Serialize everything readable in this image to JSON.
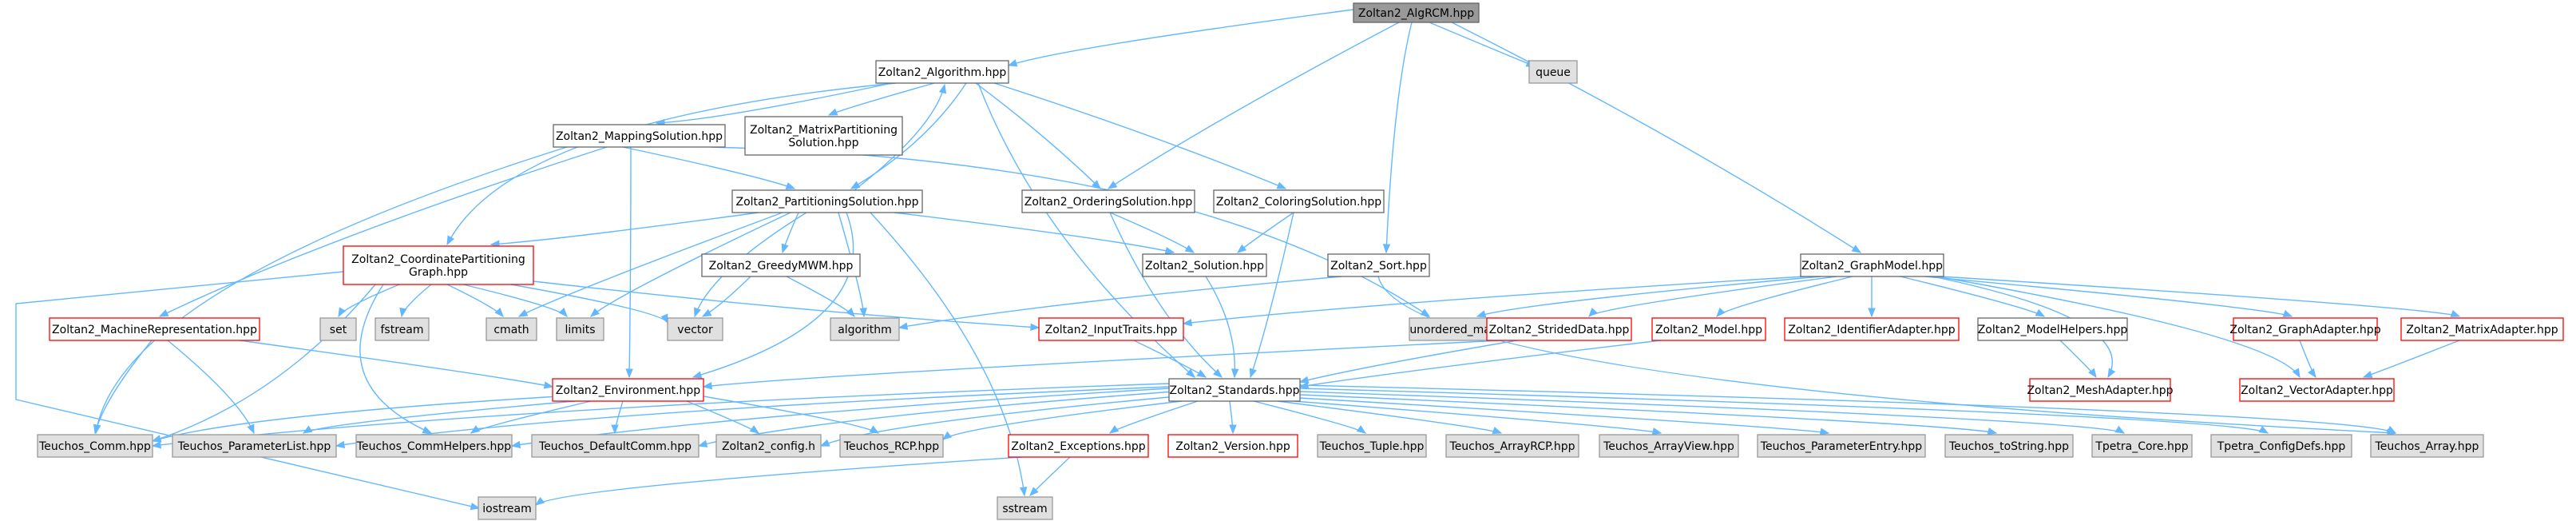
{
  "title": "Zoltan2_AlgRCM.hpp",
  "colors": {
    "root_fill": "#999999",
    "normal_fill": "#ffffff",
    "normal_border": "#666666",
    "red_border": "#ff0000",
    "system_fill": "#e0e0e0",
    "system_border": "#999999",
    "edge": "#63b8ff",
    "text": "#000000"
  },
  "nodes": {
    "root": {
      "lines": [
        "Zoltan2_AlgRCM.hpp"
      ],
      "kind": "root"
    },
    "algorithm": {
      "lines": [
        "Zoltan2_Algorithm.hpp"
      ],
      "kind": "normal"
    },
    "queue": {
      "lines": [
        "queue"
      ],
      "kind": "system"
    },
    "mappingsol": {
      "lines": [
        "Zoltan2_MappingSolution.hpp"
      ],
      "kind": "normal"
    },
    "matrixpart": {
      "lines": [
        "Zoltan2_MatrixPartitioning",
        "Solution.hpp"
      ],
      "kind": "normal"
    },
    "partsol": {
      "lines": [
        "Zoltan2_PartitioningSolution.hpp"
      ],
      "kind": "normal"
    },
    "orderingsol": {
      "lines": [
        "Zoltan2_OrderingSolution.hpp"
      ],
      "kind": "normal"
    },
    "coloringsol": {
      "lines": [
        "Zoltan2_ColoringSolution.hpp"
      ],
      "kind": "normal"
    },
    "sort": {
      "lines": [
        "Zoltan2_Sort.hpp"
      ],
      "kind": "normal"
    },
    "graphmodel": {
      "lines": [
        "Zoltan2_GraphModel.hpp"
      ],
      "kind": "normal"
    },
    "coordpart": {
      "lines": [
        "Zoltan2_CoordinatePartitioning",
        "Graph.hpp"
      ],
      "kind": "red"
    },
    "greedymwm": {
      "lines": [
        "Zoltan2_GreedyMWM.hpp"
      ],
      "kind": "normal"
    },
    "solution": {
      "lines": [
        "Zoltan2_Solution.hpp"
      ],
      "kind": "normal"
    },
    "machinerep": {
      "lines": [
        "Zoltan2_MachineRepresentation.hpp"
      ],
      "kind": "red"
    },
    "set": {
      "lines": [
        "set"
      ],
      "kind": "system"
    },
    "fstream": {
      "lines": [
        "fstream"
      ],
      "kind": "system"
    },
    "cmath": {
      "lines": [
        "cmath"
      ],
      "kind": "system"
    },
    "limits": {
      "lines": [
        "limits"
      ],
      "kind": "system"
    },
    "vector": {
      "lines": [
        "vector"
      ],
      "kind": "system"
    },
    "algorithmstd": {
      "lines": [
        "algorithm"
      ],
      "kind": "system"
    },
    "inputtraits": {
      "lines": [
        "Zoltan2_InputTraits.hpp"
      ],
      "kind": "red"
    },
    "unorderedmap": {
      "lines": [
        "unordered_map"
      ],
      "kind": "system"
    },
    "strideddata": {
      "lines": [
        "Zoltan2_StridedData.hpp"
      ],
      "kind": "red"
    },
    "model": {
      "lines": [
        "Zoltan2_Model.hpp"
      ],
      "kind": "red"
    },
    "identifieradapter": {
      "lines": [
        "Zoltan2_IdentifierAdapter.hpp"
      ],
      "kind": "red"
    },
    "modelhelpers": {
      "lines": [
        "Zoltan2_ModelHelpers.hpp"
      ],
      "kind": "normal"
    },
    "graphadapter": {
      "lines": [
        "Zoltan2_GraphAdapter.hpp"
      ],
      "kind": "red"
    },
    "matrixadapter": {
      "lines": [
        "Zoltan2_MatrixAdapter.hpp"
      ],
      "kind": "red"
    },
    "environment": {
      "lines": [
        "Zoltan2_Environment.hpp"
      ],
      "kind": "red"
    },
    "standards": {
      "lines": [
        "Zoltan2_Standards.hpp"
      ],
      "kind": "normal"
    },
    "meshadapter": {
      "lines": [
        "Zoltan2_MeshAdapter.hpp"
      ],
      "kind": "red"
    },
    "vectoradapter": {
      "lines": [
        "Zoltan2_VectorAdapter.hpp"
      ],
      "kind": "red"
    },
    "teuchoscomm": {
      "lines": [
        "Teuchos_Comm.hpp"
      ],
      "kind": "system"
    },
    "paramlist": {
      "lines": [
        "Teuchos_ParameterList.hpp"
      ],
      "kind": "system"
    },
    "commhelpers": {
      "lines": [
        "Teuchos_CommHelpers.hpp"
      ],
      "kind": "system"
    },
    "defaultcomm": {
      "lines": [
        "Teuchos_DefaultComm.hpp"
      ],
      "kind": "system"
    },
    "config": {
      "lines": [
        "Zoltan2_config.h"
      ],
      "kind": "system"
    },
    "rcp": {
      "lines": [
        "Teuchos_RCP.hpp"
      ],
      "kind": "system"
    },
    "exceptions": {
      "lines": [
        "Zoltan2_Exceptions.hpp"
      ],
      "kind": "red"
    },
    "version": {
      "lines": [
        "Zoltan2_Version.hpp"
      ],
      "kind": "red"
    },
    "tuple": {
      "lines": [
        "Teuchos_Tuple.hpp"
      ],
      "kind": "system"
    },
    "arrayrcp": {
      "lines": [
        "Teuchos_ArrayRCP.hpp"
      ],
      "kind": "system"
    },
    "arrayview": {
      "lines": [
        "Teuchos_ArrayView.hpp"
      ],
      "kind": "system"
    },
    "paramentry": {
      "lines": [
        "Teuchos_ParameterEntry.hpp"
      ],
      "kind": "system"
    },
    "tostring": {
      "lines": [
        "Teuchos_toString.hpp"
      ],
      "kind": "system"
    },
    "tpetracore": {
      "lines": [
        "Tpetra_Core.hpp"
      ],
      "kind": "system"
    },
    "tpetraconfig": {
      "lines": [
        "Tpetra_ConfigDefs.hpp"
      ],
      "kind": "system"
    },
    "teuchosarray": {
      "lines": [
        "Teuchos_Array.hpp"
      ],
      "kind": "system"
    },
    "iostream": {
      "lines": [
        "iostream"
      ],
      "kind": "system"
    },
    "sstream": {
      "lines": [
        "sstream"
      ],
      "kind": "system"
    }
  }
}
